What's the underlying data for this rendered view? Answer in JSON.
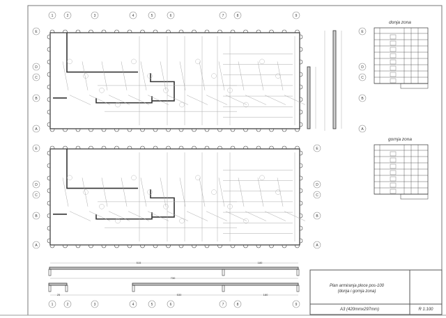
{
  "grid_columns": [
    "1",
    "2",
    "3",
    "4",
    "5",
    "6",
    "7",
    "8",
    "9"
  ],
  "grid_rows": [
    "E",
    "D",
    "C",
    "B",
    "A"
  ],
  "tables": [
    {
      "title": "donja zona",
      "rows": 8
    },
    {
      "title": "gornja zona",
      "rows": 7
    }
  ],
  "dimensions": {
    "top_left": "515",
    "top_right": "180",
    "overall": "730",
    "small": "25",
    "bottom_mid": "530",
    "bottom_right": "180"
  },
  "title_block": {
    "title_line1": "Plan armiranja ploce pos-100",
    "title_line2": "(donja i gornja zona)",
    "format": "A3 (420mmx297mm)",
    "scale": "R 1:100"
  },
  "colors": {
    "line": "#333333",
    "thin": "#9a9a9a",
    "paper": "#ffffff"
  }
}
